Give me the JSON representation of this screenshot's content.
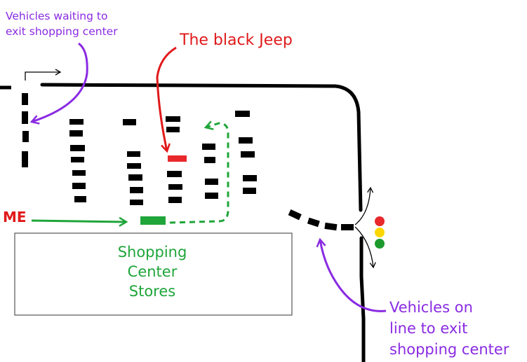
{
  "labels": {
    "waiting_line1": "Vehicles waiting to",
    "waiting_line2": "exit shopping center",
    "black_jeep": "The black Jeep",
    "me": "ME",
    "stores_line1": "Shopping",
    "stores_line2": "Center",
    "stores_line3": "Stores",
    "exit_line1": "Vehicles on",
    "exit_line2": "line to exit",
    "exit_line3": "shopping center"
  },
  "colors": {
    "road": "#000000",
    "parked_car": "#000000",
    "black_jeep_marker": "#e8282b",
    "my_car": "#1fa53a",
    "my_path": "#1fa53a",
    "annotation_purple": "#8a2be2",
    "annotation_red": "#e0191b",
    "light_red": "#e8282b",
    "light_yellow": "#ffd700",
    "light_green": "#1d9a2c"
  },
  "traffic_light": [
    "red",
    "yellow",
    "green"
  ]
}
